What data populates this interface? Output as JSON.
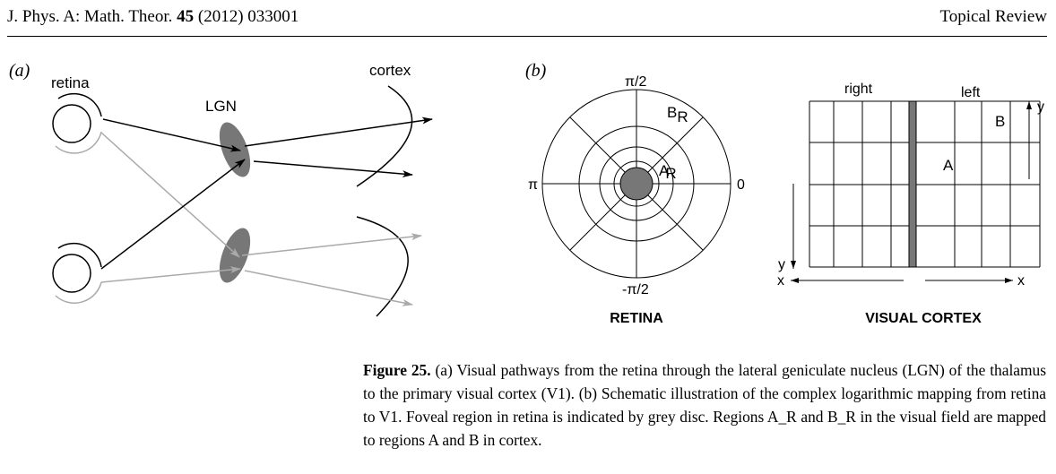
{
  "header": {
    "journal": "J. Phys. A: Math. Theor.",
    "volume": "45",
    "year_issue": "(2012) 033001",
    "section": "Topical Review"
  },
  "panel_a": {
    "label": "(a)",
    "retina": "retina",
    "lgn": "LGN",
    "cortex": "cortex"
  },
  "panel_b": {
    "label": "(b)",
    "angle_top": "π/2",
    "angle_bottom": "-π/2",
    "angle_left": "π",
    "angle_right": "0",
    "region_b": "B",
    "region_a": "A",
    "sub_r": "R",
    "retina_title": "RETINA",
    "right": "right",
    "left": "left",
    "cortex_a": "A",
    "cortex_b": "B",
    "y": "y",
    "x": "x",
    "cortex_title": "VISUAL CORTEX"
  },
  "caption": {
    "fig": "Figure 25.",
    "text": " (a) Visual pathways from the retina through the lateral geniculate nucleus (LGN) of the thalamus to the primary visual cortex (V1). (b) Schematic illustration of the complex logarithmic mapping from retina to V1. Foveal region in retina is indicated by grey disc. Regions A_R and B_R in the visual field are mapped to regions A and B in cortex."
  }
}
